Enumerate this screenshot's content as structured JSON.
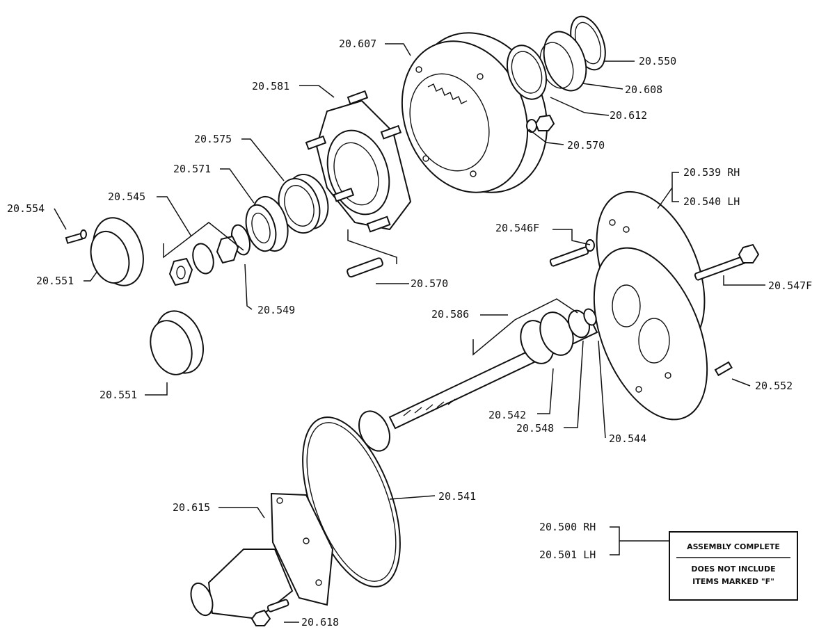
{
  "callouts": [
    {
      "id": "20607",
      "text": "20.607"
    },
    {
      "id": "20581",
      "text": "20.581"
    },
    {
      "id": "20575",
      "text": "20.575"
    },
    {
      "id": "20571",
      "text": "20.571"
    },
    {
      "id": "20545",
      "text": "20.545"
    },
    {
      "id": "20554",
      "text": "20.554"
    },
    {
      "id": "20551a",
      "text": "20.551"
    },
    {
      "id": "20549",
      "text": "20.549"
    },
    {
      "id": "20570a",
      "text": "20.570"
    },
    {
      "id": "20551b",
      "text": "20.551"
    },
    {
      "id": "20550",
      "text": "20.550"
    },
    {
      "id": "20608",
      "text": "20.608"
    },
    {
      "id": "20612",
      "text": "20.612"
    },
    {
      "id": "20570b",
      "text": "20.570"
    },
    {
      "id": "20539",
      "text": "20.539 RH"
    },
    {
      "id": "20540",
      "text": "20.540 LH"
    },
    {
      "id": "20546F",
      "text": "20.546F"
    },
    {
      "id": "20547F",
      "text": "20.547F"
    },
    {
      "id": "20586",
      "text": "20.586"
    },
    {
      "id": "20552",
      "text": "20.552"
    },
    {
      "id": "20542",
      "text": "20.542"
    },
    {
      "id": "20548",
      "text": "20.548"
    },
    {
      "id": "20544",
      "text": "20.544"
    },
    {
      "id": "20541",
      "text": "20.541"
    },
    {
      "id": "20615",
      "text": "20.615"
    },
    {
      "id": "20618",
      "text": "20.618"
    },
    {
      "id": "20500",
      "text": "20.500 RH"
    },
    {
      "id": "20501",
      "text": "20.501 LH"
    }
  ],
  "note_box": {
    "title": "ASSEMBLY COMPLETE",
    "line1": "DOES NOT INCLUDE",
    "line2": "ITEMS MARKED \"F\""
  }
}
